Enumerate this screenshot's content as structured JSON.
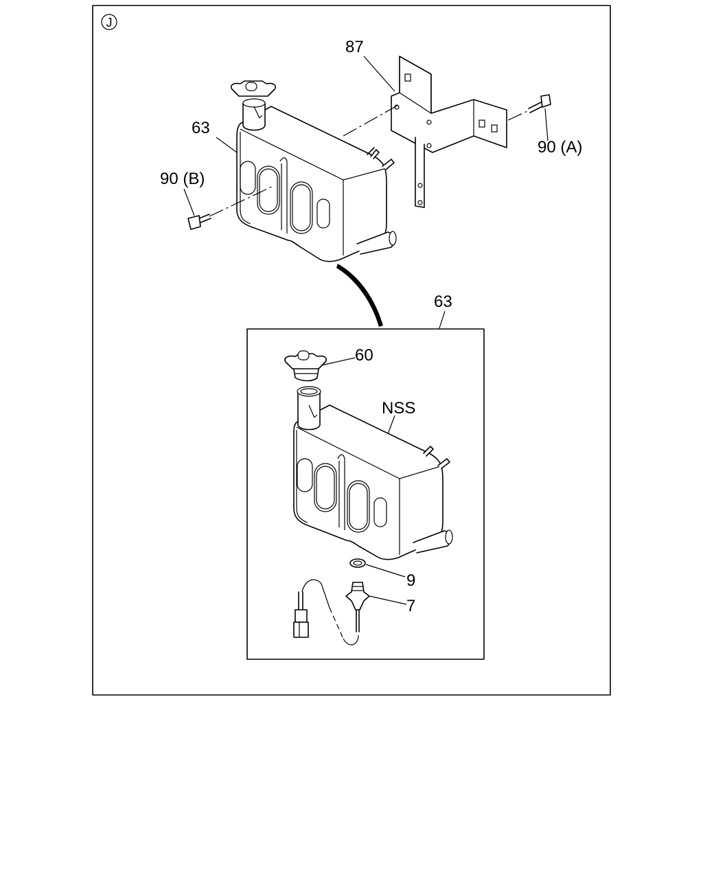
{
  "diagram": {
    "section_marker": "J",
    "labels": {
      "bracket": "87",
      "tank_assembly": "63",
      "bolt_a": "90 (A)",
      "bolt_b": "90 (B)",
      "detail_tank": "63",
      "cap": "60",
      "tank_body": "NSS",
      "gasket": "9",
      "sensor": "7"
    }
  }
}
